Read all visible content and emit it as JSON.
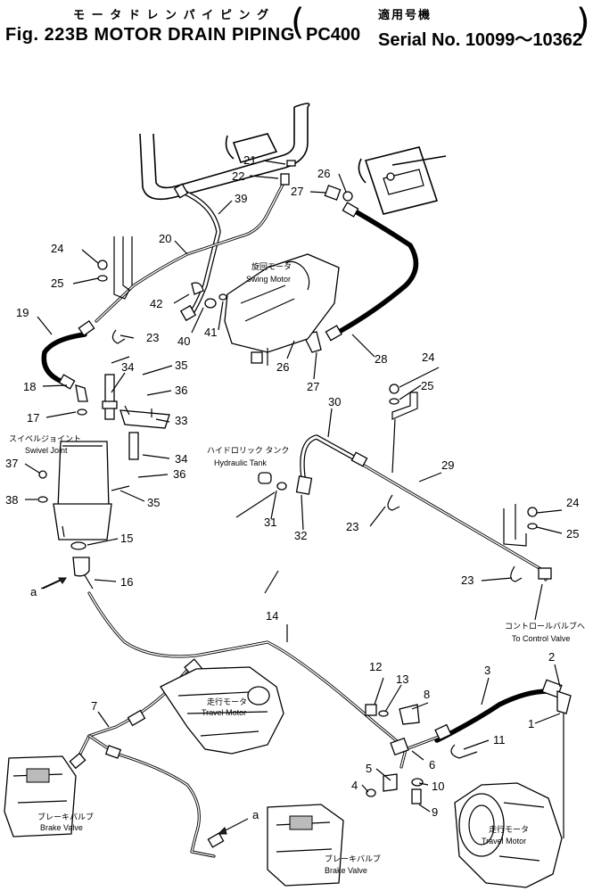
{
  "header": {
    "title_jp": "モ ー タ ド レ ン パ イ ピ ン グ",
    "title_en": "Fig. 223B MOTOR DRAIN PIPING",
    "serial_jp": "適用号機",
    "model": "PC400",
    "serial": "Serial No. 10099～10362",
    "paren_open": "(",
    "paren_close": ")"
  },
  "components": {
    "swing_motor_jp": "旋回モータ",
    "swing_motor_en": "Swing Motor",
    "hydraulic_tank_jp": "ハイドロリック タンク",
    "hydraulic_tank_en": "Hydraulic Tank",
    "swivel_joint_jp": "スイベルジョイント",
    "swivel_joint_en": "Swivel Joint",
    "control_valve_jp": "コントロールバルブへ",
    "control_valve_en": "To Control Valve",
    "travel_motor_left_jp": "走行モータ",
    "travel_motor_left_en": "Travel Motor",
    "travel_motor_right_jp": "走行モータ",
    "travel_motor_right_en": "Travel Motor",
    "brake_valve_left_jp": "ブレーキバルブ",
    "brake_valve_left_en": "Brake Valve",
    "brake_valve_right_jp": "ブレーキバルブ",
    "brake_valve_right_en": "Brake Valve"
  },
  "callouts": {
    "c1": "1",
    "c2": "2",
    "c3": "3",
    "c4": "4",
    "c5": "5",
    "c6": "6",
    "c7": "7",
    "c8": "8",
    "c9": "9",
    "c10": "10",
    "c11": "11",
    "c12": "12",
    "c13": "13",
    "c14": "14",
    "c15": "15",
    "c16": "16",
    "c17": "17",
    "c18": "18",
    "c19": "19",
    "c20": "20",
    "c21": "21",
    "c22": "22",
    "c23a": "23",
    "c23b": "23",
    "c23c": "23",
    "c24a": "24",
    "c24b": "24",
    "c24c": "24",
    "c25a": "25",
    "c25b": "25",
    "c25c": "25",
    "c26a": "26",
    "c26b": "26",
    "c27a": "27",
    "c27b": "27",
    "c28": "28",
    "c29": "29",
    "c30": "30",
    "c31": "31",
    "c32": "32",
    "c33": "33",
    "c34a": "34",
    "c34b": "34",
    "c35a": "35",
    "c35b": "35",
    "c36a": "36",
    "c36b": "36",
    "c37": "37",
    "c38": "38",
    "c39": "39",
    "c40": "40",
    "c41": "41",
    "c42": "42",
    "ref_a1": "a",
    "ref_a2": "a"
  }
}
